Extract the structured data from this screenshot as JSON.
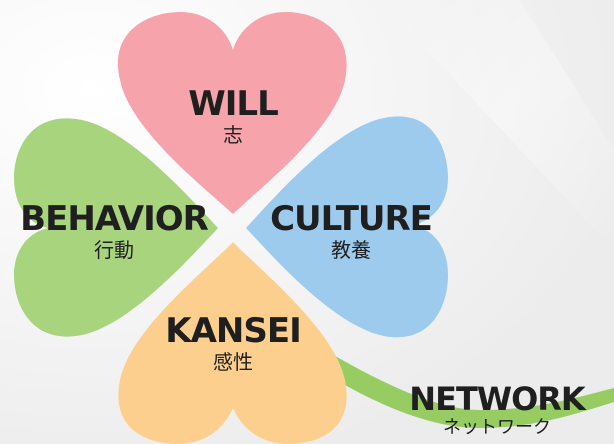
{
  "colors": {
    "background": "#f7f7f7",
    "will": "#f6a3ab",
    "behavior": "#a8d47d",
    "culture": "#9ccbee",
    "kansei": "#fccf8f",
    "network": "#96cc62"
  },
  "petals": {
    "will": {
      "title": "WILL",
      "subtitle": "志"
    },
    "behavior": {
      "title": "BEHAVIOR",
      "subtitle": "行動"
    },
    "culture": {
      "title": "CULTURE",
      "subtitle": "教養"
    },
    "kansei": {
      "title": "KANSEI",
      "subtitle": "感性"
    }
  },
  "stem": {
    "title": "NETWORK",
    "subtitle": "ネットワーク"
  }
}
